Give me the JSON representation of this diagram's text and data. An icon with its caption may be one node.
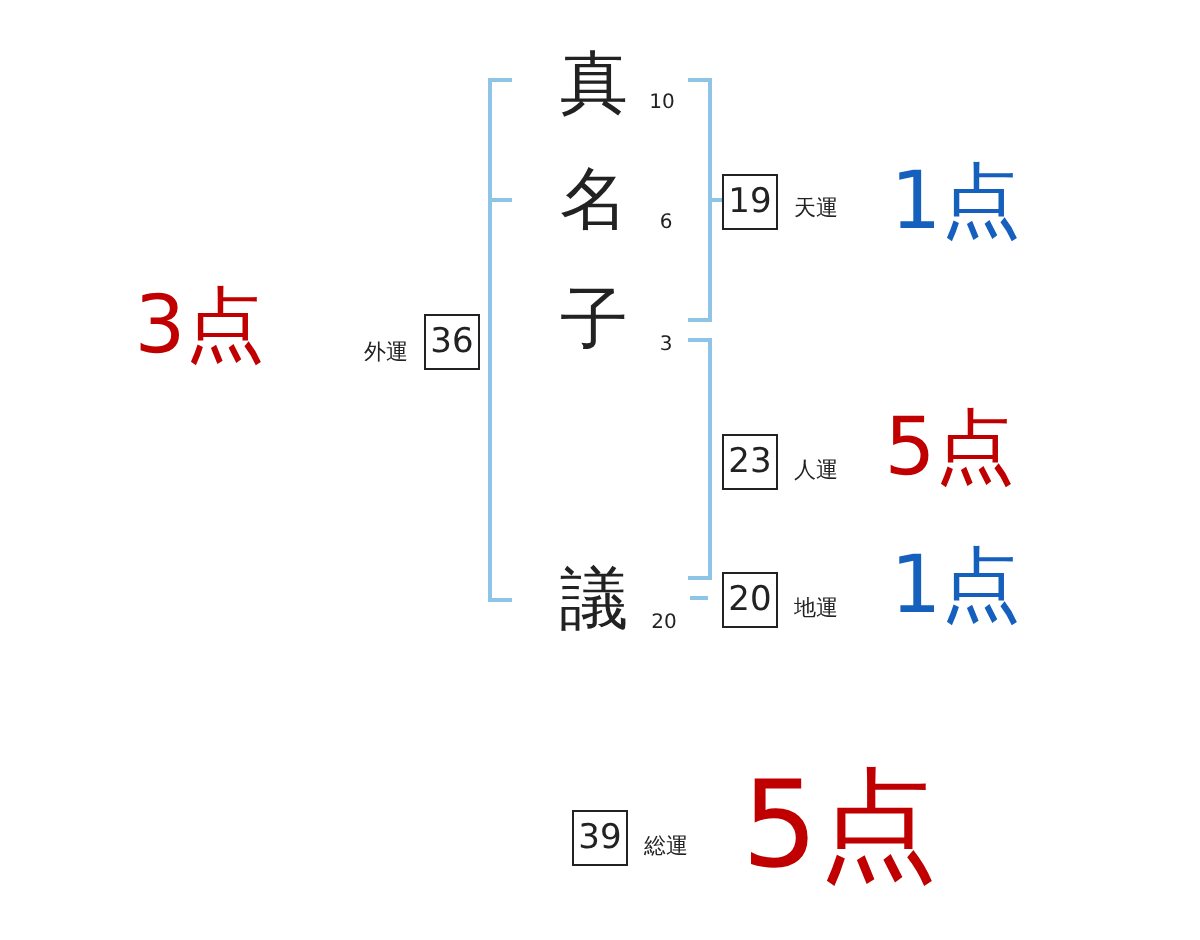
{
  "diagram": {
    "nodes": [
      {
        "text": [
          "36"
        ],
        "beside": [
          "外運"
        ]
      },
      {
        "text": [
          "19"
        ],
        "beside": [
          "天運"
        ]
      },
      {
        "text": [
          "23"
        ],
        "beside": [
          "人運"
        ]
      },
      {
        "text": [
          "20"
        ],
        "beside": [
          "地運"
        ]
      },
      {
        "text": [
          "39"
        ],
        "beside": [
          "総運"
        ]
      }
    ],
    "labels": [
      "真",
      "10",
      "名",
      "6",
      "子",
      "3",
      "議",
      "20",
      "3点",
      "1点",
      "5点",
      "1点",
      "5点"
    ]
  }
}
